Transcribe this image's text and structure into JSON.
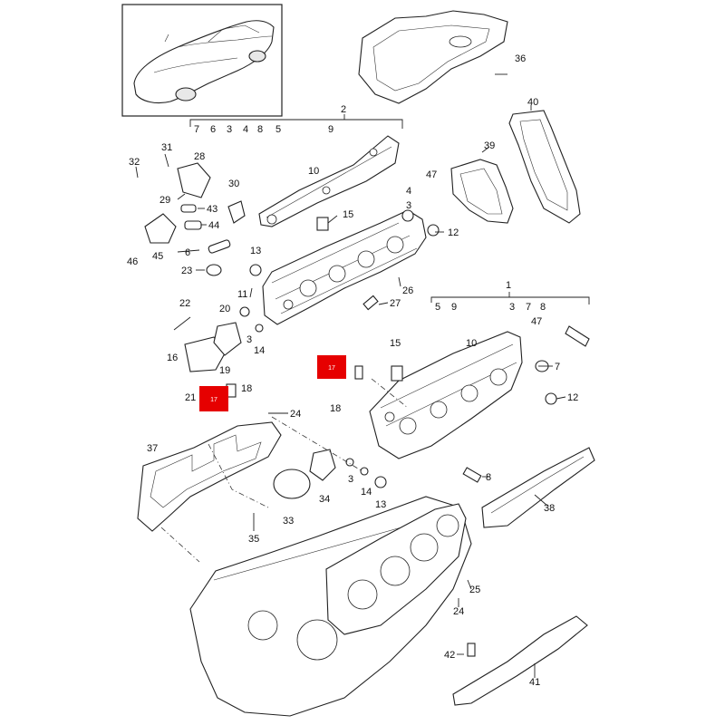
{
  "diagram": {
    "highlight_color": "#e60000",
    "labels": [
      "1",
      "2",
      "3",
      "4",
      "5",
      "6",
      "7",
      "8",
      "9",
      "10",
      "11",
      "12",
      "13",
      "14",
      "15",
      "16",
      "17",
      "18",
      "19",
      "20",
      "21",
      "22",
      "23",
      "24",
      "25",
      "26",
      "27",
      "28",
      "29",
      "30",
      "31",
      "32",
      "33",
      "34",
      "35",
      "36",
      "37",
      "38",
      "39",
      "40",
      "41",
      "42",
      "43",
      "44",
      "45",
      "46",
      "47"
    ],
    "callouts": {
      "c36": "36",
      "c40": "40",
      "c39": "39",
      "c2": "2",
      "c2_7": "7",
      "c2_6": "6",
      "c2_3": "3",
      "c2_4": "4",
      "c2_5": "5",
      "c2_8": "8",
      "c2_9": "9",
      "c31": "31",
      "c28": "28",
      "c32": "32",
      "c10a": "10",
      "c47a": "47",
      "c30": "30",
      "c29": "29",
      "c43": "43",
      "c44": "44",
      "c4a": "4",
      "c3a": "3",
      "c15a": "15",
      "c12a": "12",
      "c13a": "13",
      "c6a": "6",
      "c46": "46",
      "c45": "45",
      "c23": "23",
      "c11": "11",
      "c26": "26",
      "c27": "27",
      "c1": "1",
      "c1_5": "5",
      "c1_9": "9",
      "c1_3": "3",
      "c1_7": "7",
      "c1_8": "8",
      "c47b": "47",
      "c10b": "10",
      "c22": "22",
      "c20": "20",
      "c3b": "3",
      "c14a": "14",
      "c16": "16",
      "c19": "19",
      "c21": "21",
      "c18a": "18",
      "c17a": "17",
      "c17b": "17",
      "c18b": "18",
      "c15b": "15",
      "c7b": "7",
      "c12b": "12",
      "c24a": "24",
      "c37": "37",
      "c38": "38",
      "c8b": "8",
      "c3c": "3",
      "c14b": "14",
      "c13b": "13",
      "c34": "34",
      "c33": "33",
      "c35": "35",
      "c25": "25",
      "c24b": "24",
      "c42": "42",
      "c41": "41"
    }
  }
}
